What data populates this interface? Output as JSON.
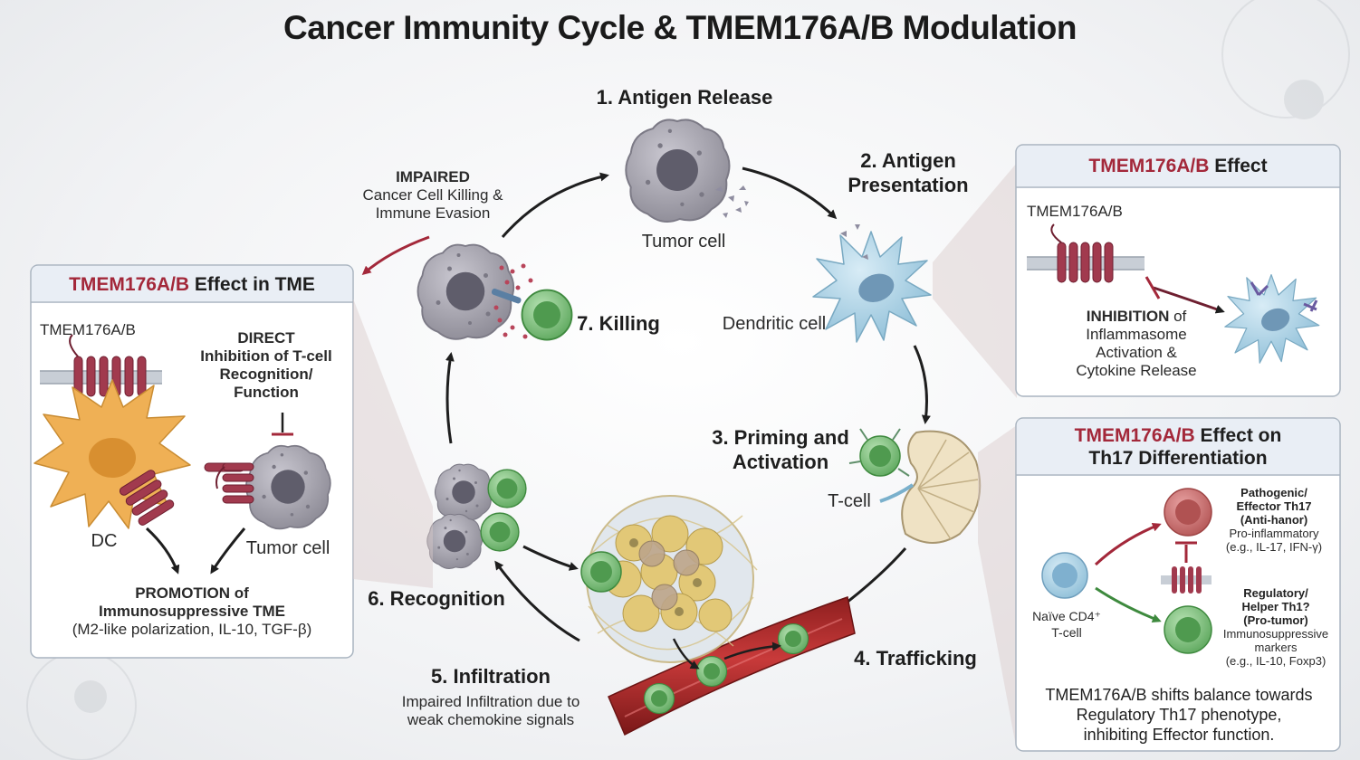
{
  "title": "Cancer Immunity Cycle & TMEM176A/B Modulation",
  "cycle": {
    "step1": "1. Antigen Release",
    "tumor_cell": "Tumor cell",
    "step2_line1": "2. Antigen",
    "step2_line2": "Presentation",
    "dendritic_cell": "Dendritic cell",
    "step3_line1": "3. Priming and",
    "step3_line2": "Activation",
    "t_cell": "T-cell",
    "step4": "4. Trafficking",
    "step5": "5. Infiltration",
    "infiltration_note_line1": "Impaired Infiltration due to",
    "infiltration_note_line2": "weak chemokine signals",
    "step6": "6. Recognition",
    "step7": "7. Killing",
    "impaired_line1": "IMPAIRED",
    "impaired_line2": "Cancer Cell Killing &",
    "impaired_line3": "Immune Evasion"
  },
  "tme_panel": {
    "title_highlight": "TMEM176A/B",
    "title_rest": " Effect in TME",
    "tmem_label": "TMEM176A/B",
    "direct_line1": "DIRECT",
    "direct_line2": "Inhibition of T-cell",
    "direct_line3": "Recognition/",
    "direct_line4": "Function",
    "dc_label": "DC",
    "tumor_label": "Tumor cell",
    "promotion_line1": "PROMOTION of",
    "promotion_line2": "Immunosuppressive TME",
    "promotion_line3": "(M2-like polarization, IL-10, TGF-β)"
  },
  "effect_panel": {
    "title_highlight": "TMEM176A/B",
    "title_rest": " Effect",
    "tmem_label": "TMEM176A/B",
    "inhibition_bold": "INHIBITION",
    "inhibition_rest": " of",
    "inhibition_line2": "Inflammasome",
    "inhibition_line3": "Activation &",
    "inhibition_line4": "Cytokine Release"
  },
  "th17_panel": {
    "title_highlight": "TMEM176A/B",
    "title_rest": " Effect on",
    "title_line2": "Th17 Differentiation",
    "pathogenic_line1": "Pathogenic/",
    "pathogenic_line2": "Effector Th17",
    "pathogenic_line3": "(Anti-hanor)",
    "pathogenic_line4": "Pro-inflammatory",
    "pathogenic_line5": "(e.g., IL-17, IFN-γ)",
    "regulatory_line1": "Regulatory/",
    "regulatory_line2": "Helper Th1?",
    "regulatory_line3": "(Pro-tumor)",
    "regulatory_line4": "Immunosuppressive",
    "regulatory_line5": "markers",
    "regulatory_line6": "(e.g., IL-10, Foxp3)",
    "naive_line1": "Naïve CD4⁺",
    "naive_line2": "T-cell",
    "summary_line1": "TMEM176A/B shifts balance towards",
    "summary_line2": "Regulatory Th17 phenotype,",
    "summary_line3": "inhibiting Effector function."
  },
  "colors": {
    "accent_red": "#a3283a",
    "protein": "#a13a4e",
    "tumor_gray": "#9a98a3",
    "dendritic_blue": "#bcd8e6",
    "t_cell_green": "#7cc07c",
    "dc_orange": "#efb055",
    "vessel_red": "#b82e2e",
    "effector_red": "#c76a6a",
    "regulatory_green": "#6fb86f"
  }
}
